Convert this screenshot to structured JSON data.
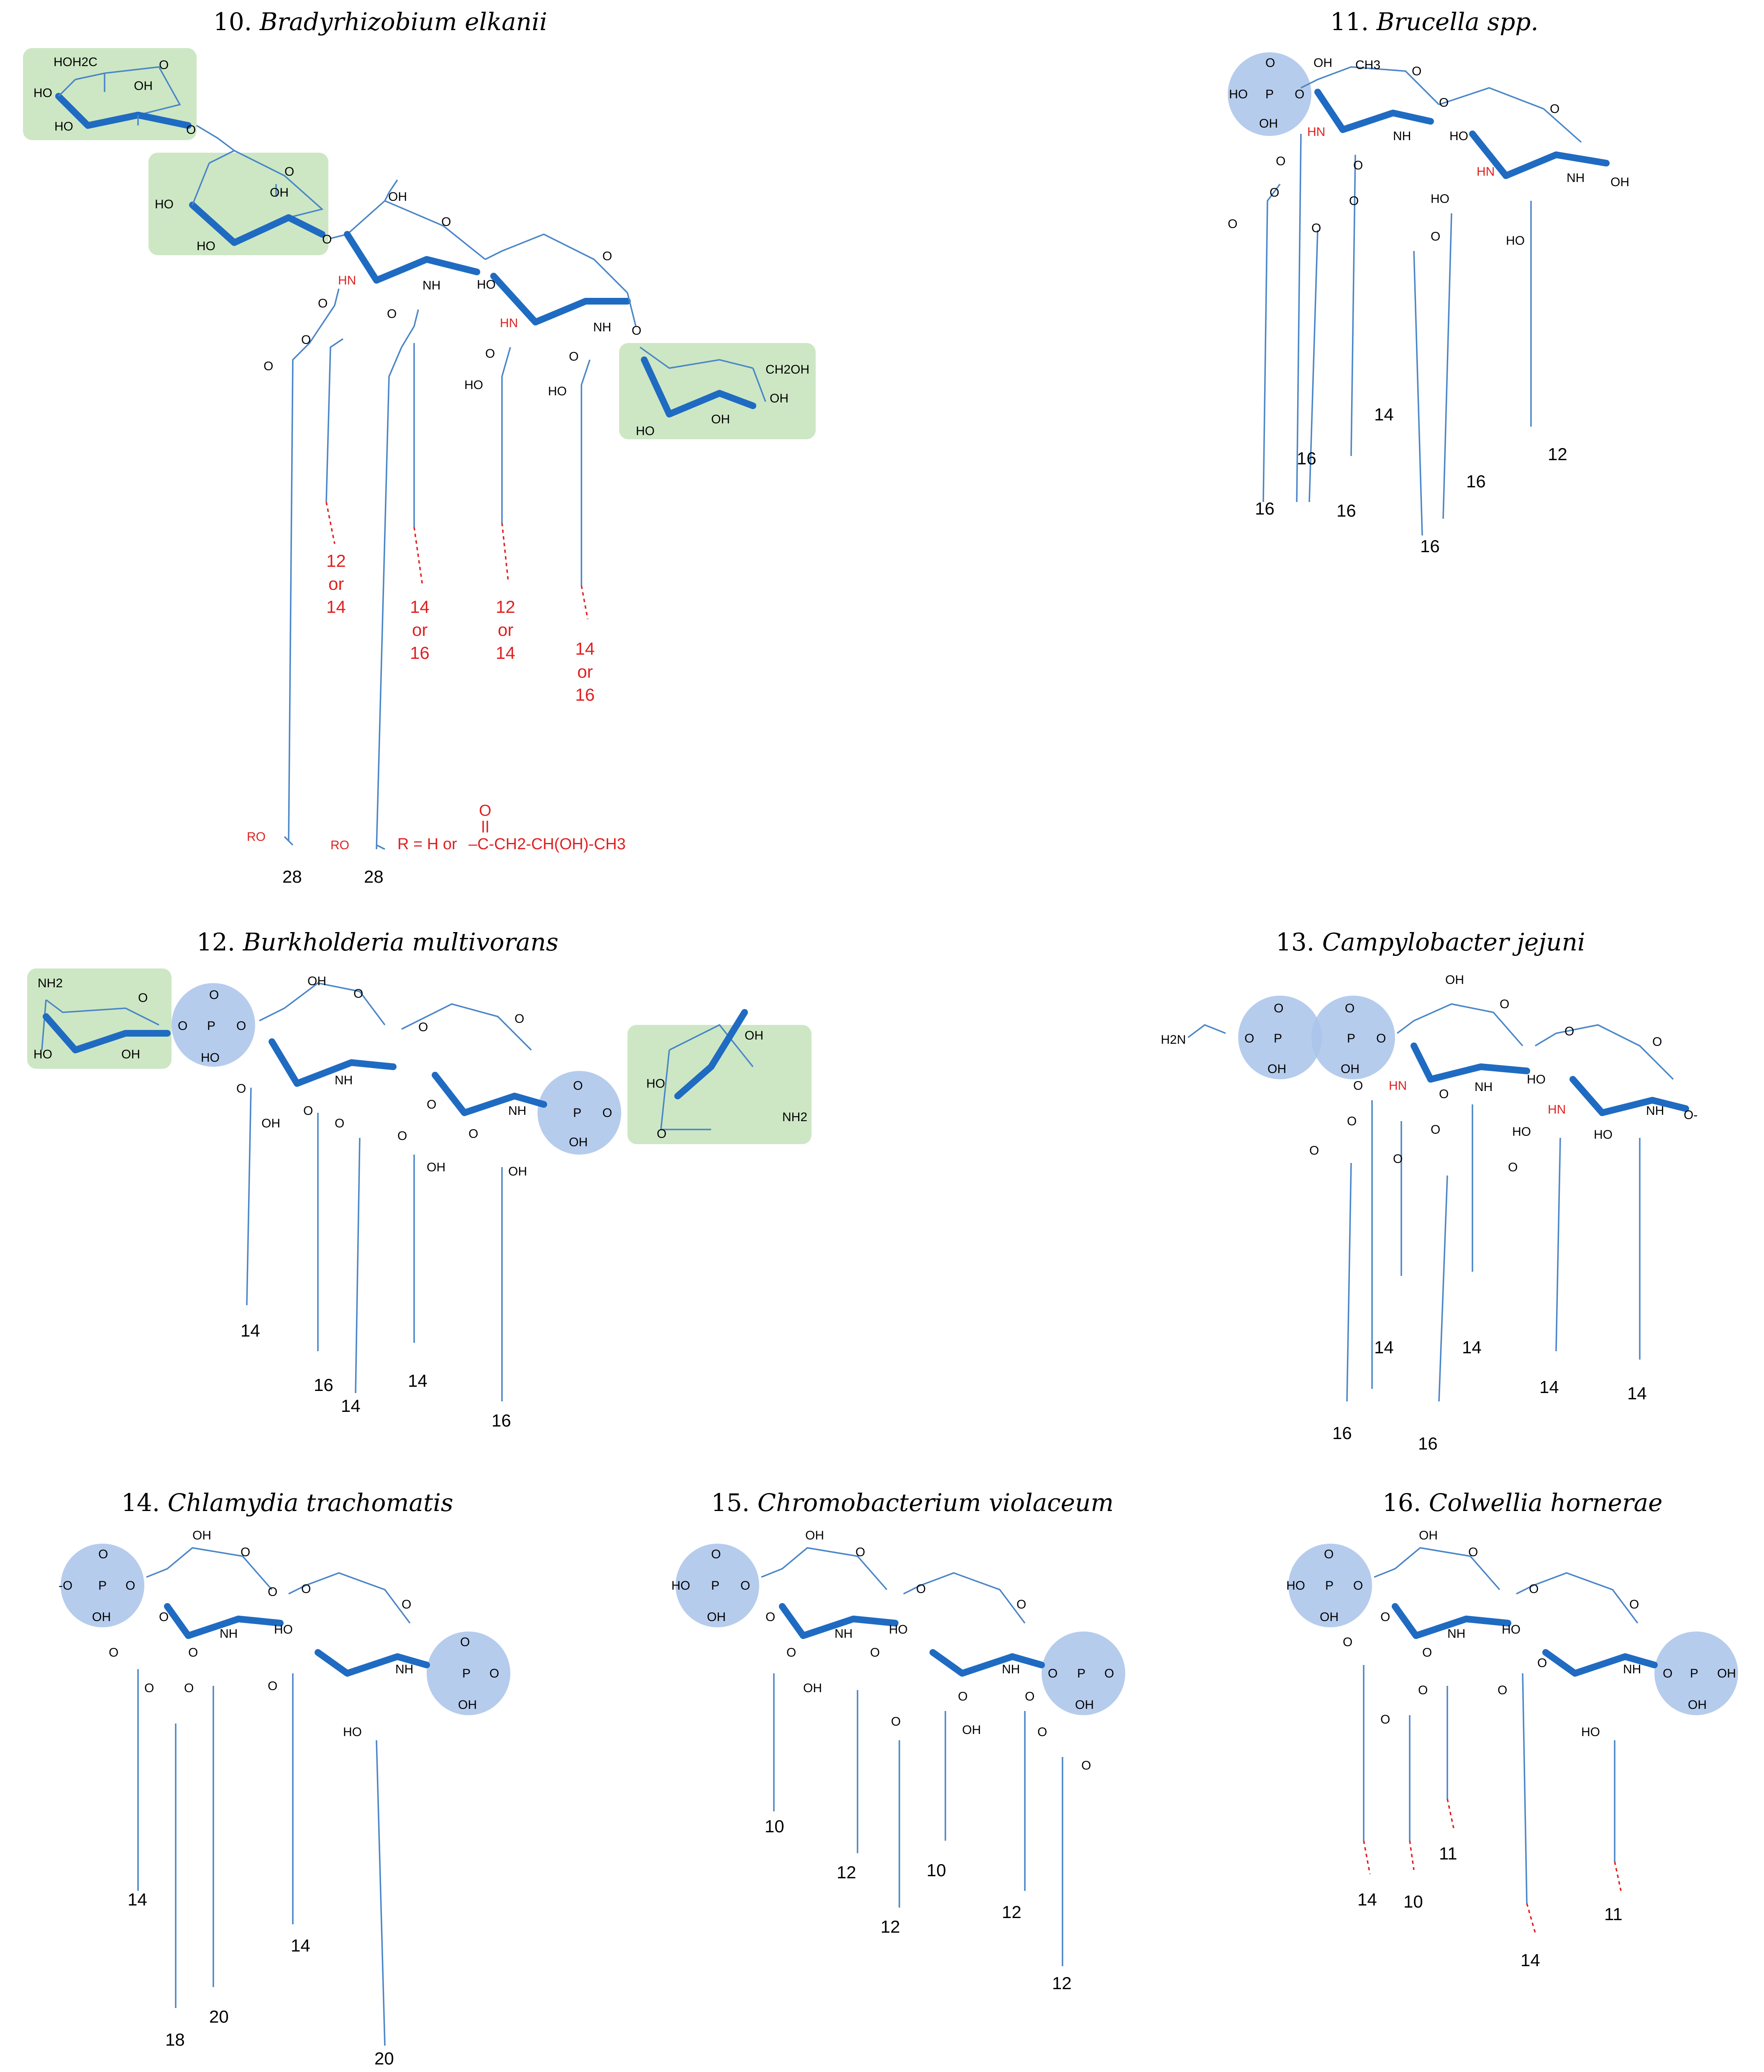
{
  "panels": [
    {
      "number": "10.",
      "species": "Bradyrhizobium elkanii",
      "atoms": [
        "HOH2C",
        "O",
        "OH",
        "HO",
        "HO",
        "O",
        "HO",
        "OH",
        "HO",
        "O",
        "OH",
        "O",
        "HN",
        "NH",
        "O",
        "HO",
        "HN",
        "NH",
        "O",
        "O",
        "O",
        "O",
        "O",
        "O",
        "HO",
        "O",
        "HO",
        "O",
        "CH2OH",
        "OH",
        "HO",
        "OH",
        "RO",
        "RO"
      ],
      "chain_labels": [
        "12",
        "or",
        "14",
        "14",
        "or",
        "16",
        "12",
        "or",
        "14",
        "14",
        "or",
        "16",
        "28",
        "28"
      ],
      "r_definition": {
        "prefix": "R = H or",
        "carbonyl": "O",
        "formula": "–C-CH2-CH(OH)-CH3"
      }
    },
    {
      "number": "11.",
      "species": "Brucella spp.",
      "atoms": [
        "O",
        "HO",
        "P",
        "O",
        "OH",
        "OH",
        "CH3",
        "O",
        "O",
        "HN",
        "NH",
        "HO",
        "O",
        "HN",
        "NH",
        "OH",
        "O",
        "O",
        "O",
        "O",
        "O",
        "O",
        "HO",
        "O",
        "HO"
      ],
      "chain_labels": [
        "16",
        "16",
        "16",
        "14",
        "16",
        "16",
        "12"
      ]
    },
    {
      "number": "12.",
      "species": "Burkholderia multivorans",
      "atoms": [
        "NH2",
        "O",
        "HO",
        "OH",
        "O",
        "P",
        "O",
        "HO",
        "O",
        "OH",
        "O",
        "NH",
        "O",
        "O",
        "NH",
        "O",
        "P",
        "O",
        "OH",
        "O",
        "HO",
        "OH",
        "NH2",
        "O",
        "OH",
        "O",
        "O",
        "O",
        "OH",
        "O",
        "O",
        "OH"
      ],
      "chain_labels": [
        "14",
        "16",
        "14",
        "14",
        "16"
      ]
    },
    {
      "number": "13.",
      "species": "Campylobacter jejuni",
      "atoms": [
        "H2N",
        "O",
        "P",
        "O",
        "OH",
        "O",
        "P",
        "O",
        "OH",
        "OH",
        "O",
        "HN",
        "NH",
        "O",
        "HO",
        "O",
        "HN",
        "NH",
        "O-",
        "O",
        "O",
        "O",
        "O",
        "O",
        "O",
        "HO",
        "O",
        "HO"
      ],
      "chain_labels": [
        "14",
        "14",
        "16",
        "16",
        "14",
        "14"
      ]
    },
    {
      "number": "14.",
      "species": "Chlamydia trachomatis",
      "atoms": [
        "O",
        "-O",
        "P",
        "O",
        "OH",
        "OH",
        "O",
        "O",
        "NH",
        "HO",
        "O",
        "O",
        "NH",
        "O",
        "P",
        "O",
        "OH",
        "O",
        "O",
        "O",
        "O",
        "O",
        "O",
        "HO"
      ],
      "chain_labels": [
        "14",
        "18",
        "20",
        "14",
        "20"
      ]
    },
    {
      "number": "15.",
      "species": "Chromobacterium violaceum",
      "atoms": [
        "O",
        "HO",
        "P",
        "O",
        "OH",
        "OH",
        "O",
        "O",
        "NH",
        "HO",
        "O",
        "O",
        "NH",
        "O",
        "P",
        "O",
        "OH",
        "O",
        "OH",
        "O",
        "O",
        "O",
        "OH",
        "O",
        "O",
        "O"
      ],
      "chain_labels": [
        "10",
        "12",
        "12",
        "10",
        "12",
        "12"
      ]
    },
    {
      "number": "16.",
      "species": "Colwellia hornerae",
      "atoms": [
        "O",
        "HO",
        "P",
        "O",
        "OH",
        "OH",
        "O",
        "O",
        "NH",
        "HO",
        "O",
        "O",
        "NH",
        "O",
        "P",
        "OH",
        "OH",
        "O",
        "O",
        "O",
        "O",
        "O",
        "O",
        "HO"
      ],
      "chain_labels": [
        "14",
        "10",
        "11",
        "14",
        "11"
      ]
    }
  ]
}
